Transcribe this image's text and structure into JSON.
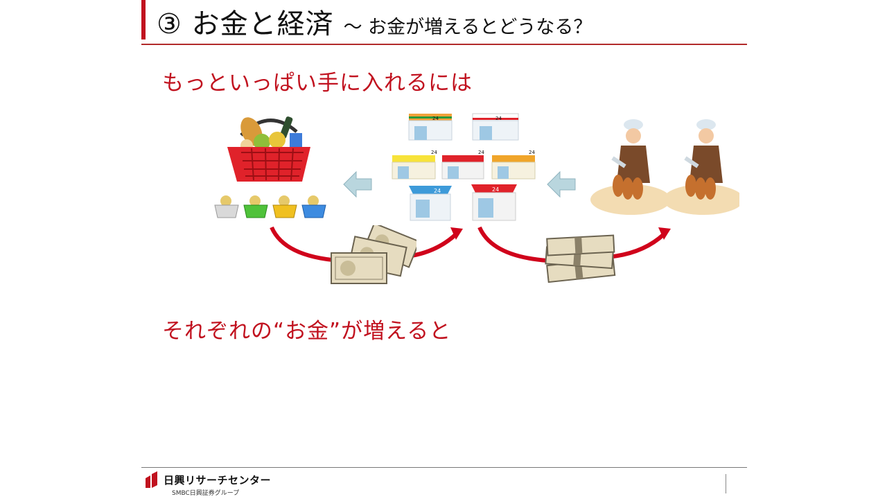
{
  "header": {
    "title": "③ お金と経済",
    "subtitle": "～ お金が増えるとどうなる？"
  },
  "content": {
    "heading1": "もっといっぱい手に入れるには",
    "heading2": "それぞれの“お金”が増えると"
  },
  "store_signs": [
    "24",
    "24",
    "24",
    "24",
    "24",
    "24",
    "24"
  ],
  "footer": {
    "company": "日興リサーチセンター",
    "group": "SMBC日興証券グループ"
  },
  "colors": {
    "accent": "#c1121f",
    "arrow_light": "#b9d6de",
    "curve_red": "#d0021b"
  }
}
